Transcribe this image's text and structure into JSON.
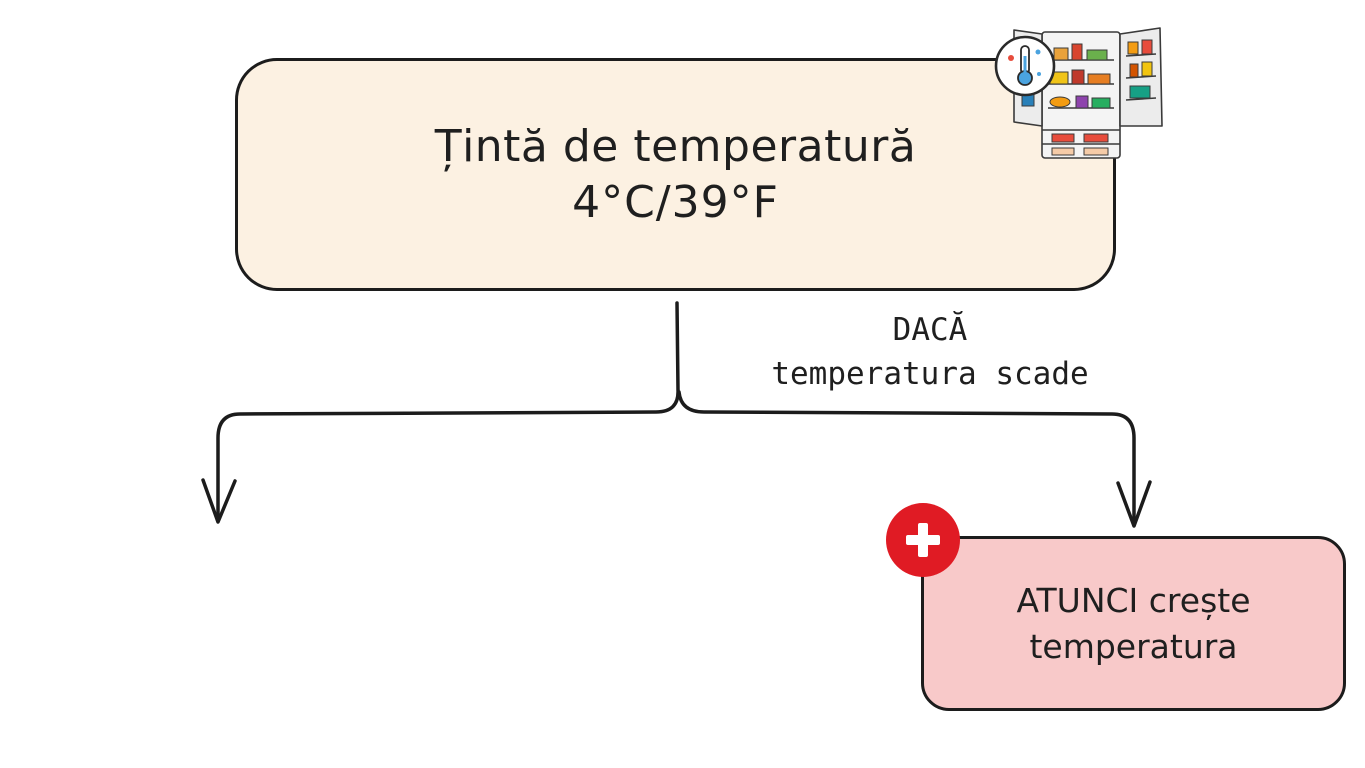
{
  "target": {
    "title": "Țintă de temperatură",
    "value": "4°C/39°F"
  },
  "condition": {
    "line1": "DACĂ",
    "line2": "temperatura scade"
  },
  "action": {
    "line1": "ATUNCI crește",
    "line2": "temperatura"
  },
  "icons": {
    "fridge": "fridge-icon",
    "thermometer": "thermometer-icon",
    "plus": "plus-icon"
  },
  "colors": {
    "target_fill": "#fcf1e2",
    "action_fill": "#f8c9c9",
    "badge": "#e01b24",
    "stroke": "#1c1c1c"
  }
}
